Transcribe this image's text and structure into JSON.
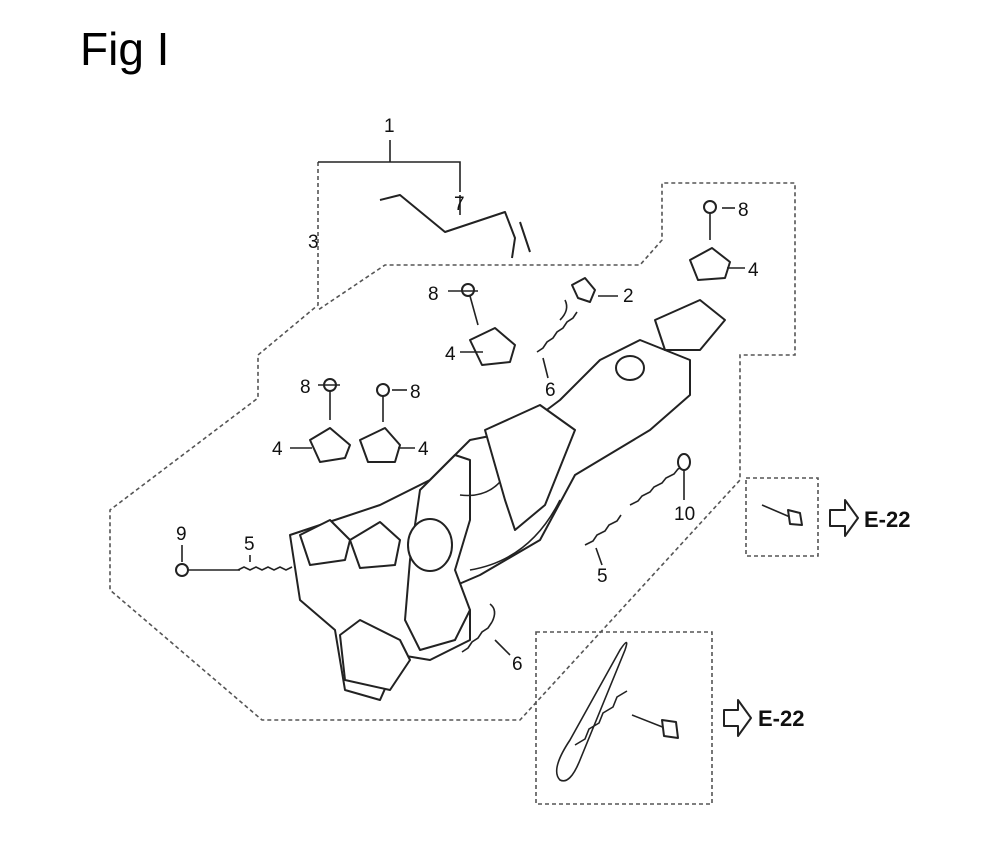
{
  "figure": {
    "title": "Fig I"
  },
  "callouts": {
    "c1": "1",
    "c2": "2",
    "c3": "3",
    "c4a": "4",
    "c4b": "4",
    "c4c": "4",
    "c4d": "4",
    "c5a": "5",
    "c5b": "5",
    "c6a": "6",
    "c6b": "6",
    "c7": "7",
    "c8a": "8",
    "c8b": "8",
    "c8c": "8",
    "c8d": "8",
    "c9": "9",
    "c10": "10"
  },
  "references": {
    "upper": "E-22",
    "lower": "E-22"
  }
}
